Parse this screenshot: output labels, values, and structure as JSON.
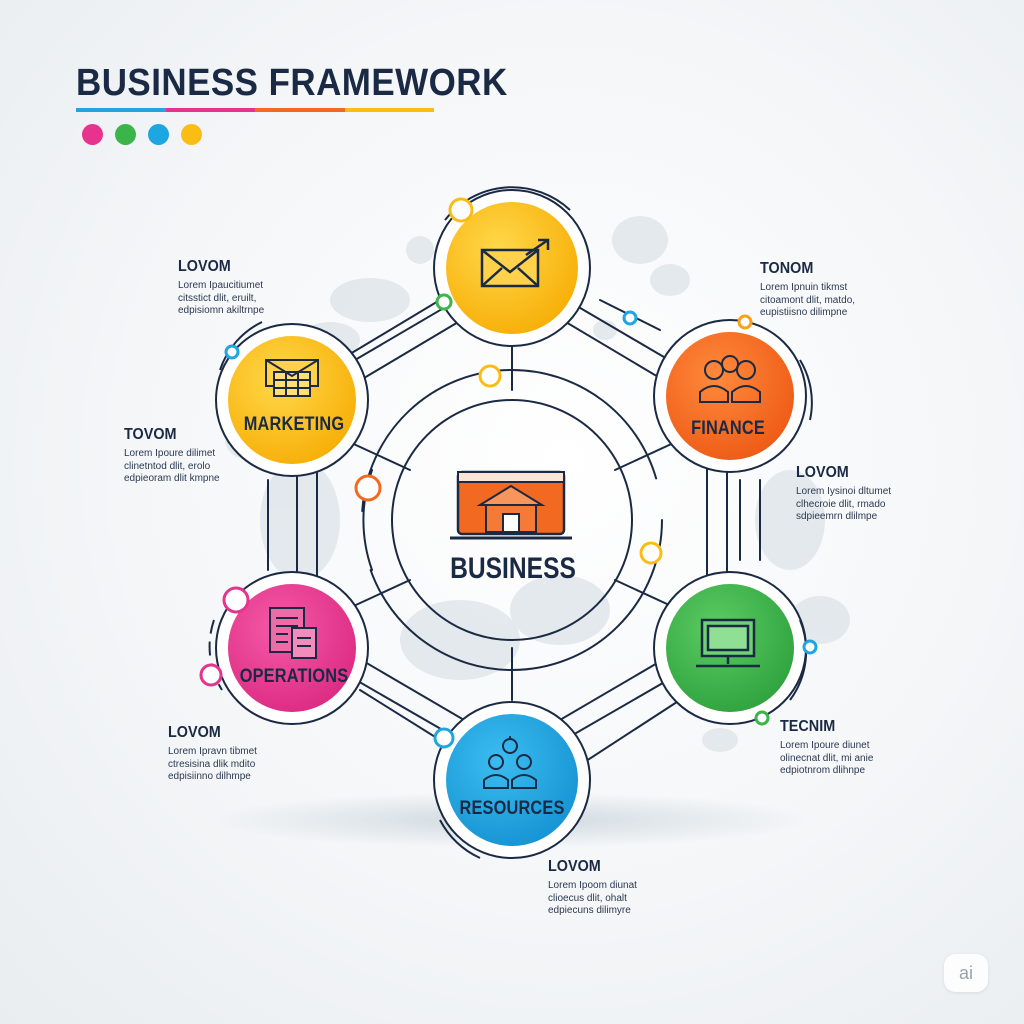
{
  "title": "BUSINESS FRAMEWORK",
  "colors": {
    "yellow": "#fbbd14",
    "orange": "#f26a21",
    "green": "#3bb54a",
    "blue": "#1ea6e0",
    "pink": "#e6338d",
    "navy": "#1b2a44"
  },
  "center": {
    "label": "BUSINESS",
    "icon": "storefront-laptop-icon"
  },
  "nodes": [
    {
      "id": "top",
      "label": "",
      "icon": "email-send-icon",
      "color": "#fbbd14"
    },
    {
      "id": "marketing",
      "label": "MARKETING",
      "icon": "cash-register-icon",
      "color": "#fbbd14"
    },
    {
      "id": "finance",
      "label": "FINANCE",
      "icon": "team-people-icon",
      "color": "#f26a21"
    },
    {
      "id": "operations",
      "label": "OPERATIONS",
      "icon": "documents-icon",
      "color": "#e6338d"
    },
    {
      "id": "technology",
      "label": "",
      "icon": "computer-monitor-icon",
      "color": "#3bb54a"
    },
    {
      "id": "resources",
      "label": "RESOURCES",
      "icon": "team-network-icon",
      "color": "#1ea6e0"
    }
  ],
  "notes": [
    {
      "id": "top-left",
      "title": "LOVOM",
      "lines": [
        "Lorem Ipaucitiumet",
        "citsstict dlit, eruilt,",
        "edpisiomn akiltrnpe"
      ]
    },
    {
      "id": "top-right",
      "title": "TONOM",
      "lines": [
        "Lorem Ipnuin tikmst",
        "citoamont dlit, matdo,",
        "eupistiisno dilimpne"
      ]
    },
    {
      "id": "mid-left",
      "title": "TOVOM",
      "lines": [
        "Lorem Ipoure dilimet",
        "clinetntod dlit, erolo",
        "edpieoram dlit kmpne"
      ]
    },
    {
      "id": "mid-right",
      "title": "LOVOM",
      "lines": [
        "Lorem Iysinoi dltumet",
        "clhecroie dlit, rmado",
        "sdpieemrn dlilmpe"
      ]
    },
    {
      "id": "bottom-left",
      "title": "LOVOM",
      "lines": [
        "Lorem Ipravn tibmet",
        "ctresisina dlik mdito",
        "edpisiinno dilhmpe"
      ]
    },
    {
      "id": "bottom-right",
      "title": "TECNIM",
      "lines": [
        "Lorem Ipoure diunet",
        "olinecnat dlit, mi anie",
        "edpiotnrom dlihnpe"
      ]
    },
    {
      "id": "bottom",
      "title": "LOVOM",
      "lines": [
        "Lorem Ipoom diunat",
        "clioecus dlit, ohalt",
        "edpiecuns dilimyre"
      ]
    }
  ],
  "badge": "ai"
}
